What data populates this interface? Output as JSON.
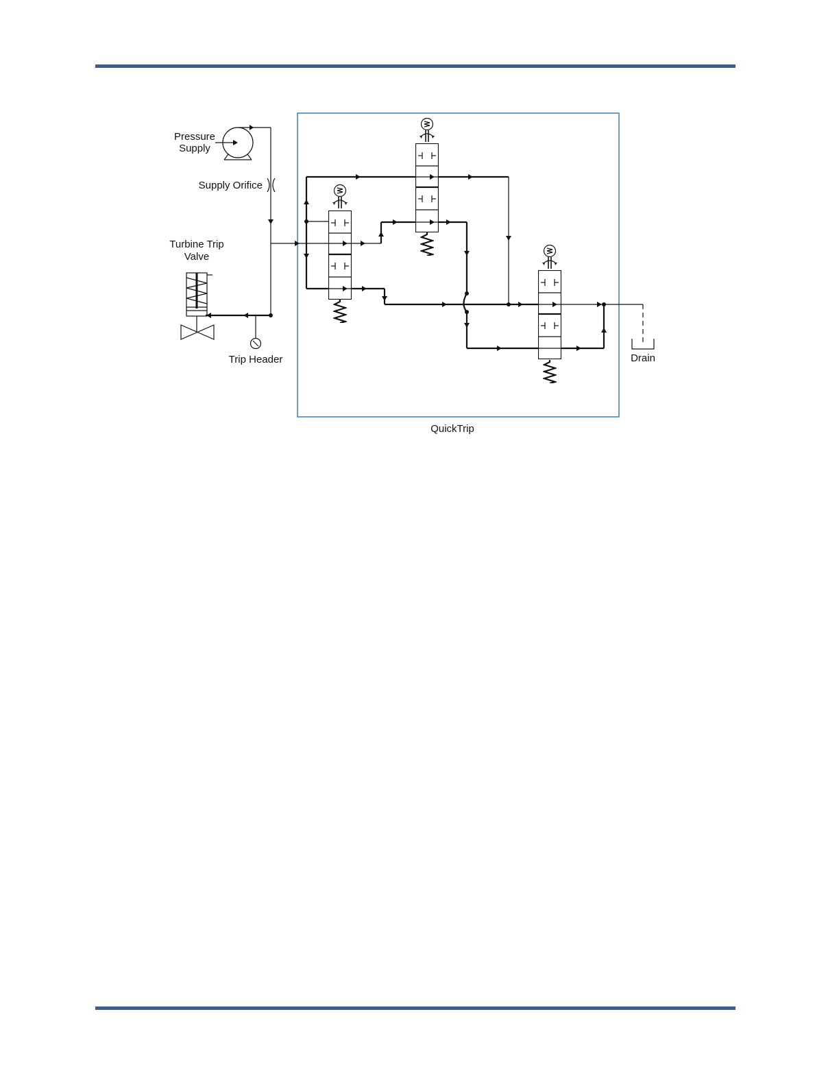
{
  "labels": {
    "pressure_supply_line1": "Pressure",
    "pressure_supply_line2": "Supply",
    "supply_orifice": "Supply Orifice",
    "turbine_trip_line1": "Turbine Trip",
    "turbine_trip_line2": "Valve",
    "trip_header": "Trip Header",
    "drain": "Drain",
    "quicktrip": "QuickTrip"
  },
  "colors": {
    "rule": "#3f5f85",
    "quicktrip_border": "#2f72b3",
    "line": "#111111"
  }
}
